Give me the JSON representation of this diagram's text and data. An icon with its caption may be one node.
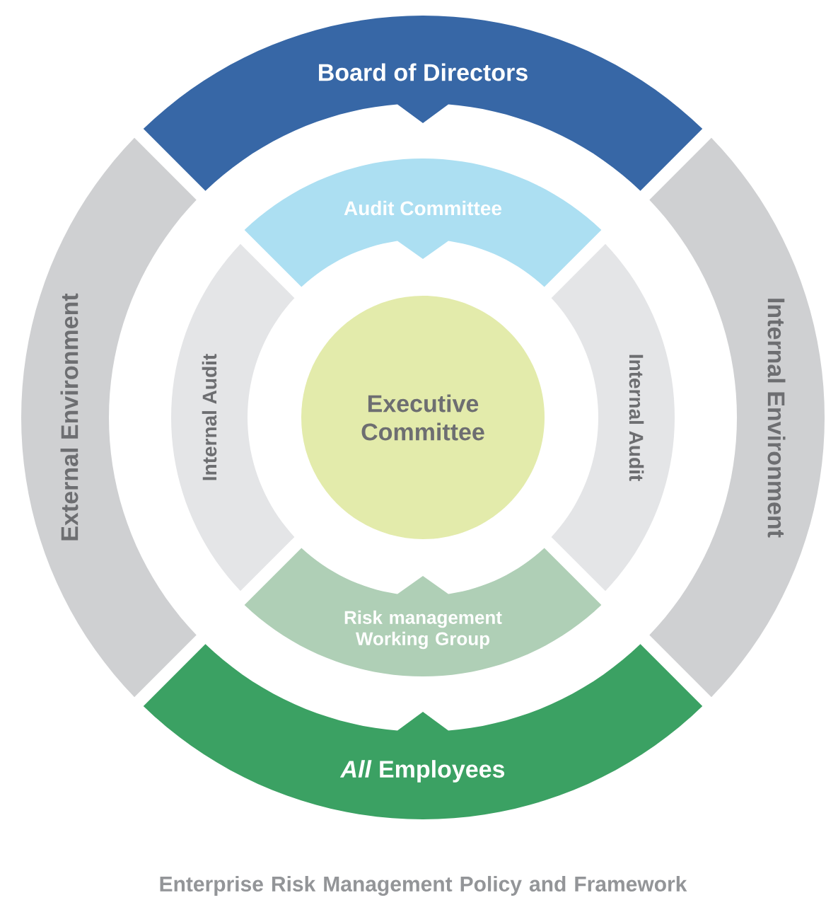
{
  "diagram": {
    "caption": "Enterprise Risk Management Policy and Framework",
    "nodes": [
      {
        "text": [
          "Board of Directors"
        ]
      },
      {
        "text": [
          "External Environment"
        ]
      },
      {
        "text": [
          "Internal Environment"
        ]
      },
      {
        "text": [
          "Audit Committee"
        ]
      },
      {
        "text": [
          "Internal Audit"
        ]
      },
      {
        "text": [
          "Internal Audit"
        ]
      },
      {
        "text": [
          "Executive Committee"
        ]
      },
      {
        "text": [
          "Risk management Working Group"
        ]
      },
      {
        "text": [
          "*All* Employees"
        ]
      }
    ]
  }
}
